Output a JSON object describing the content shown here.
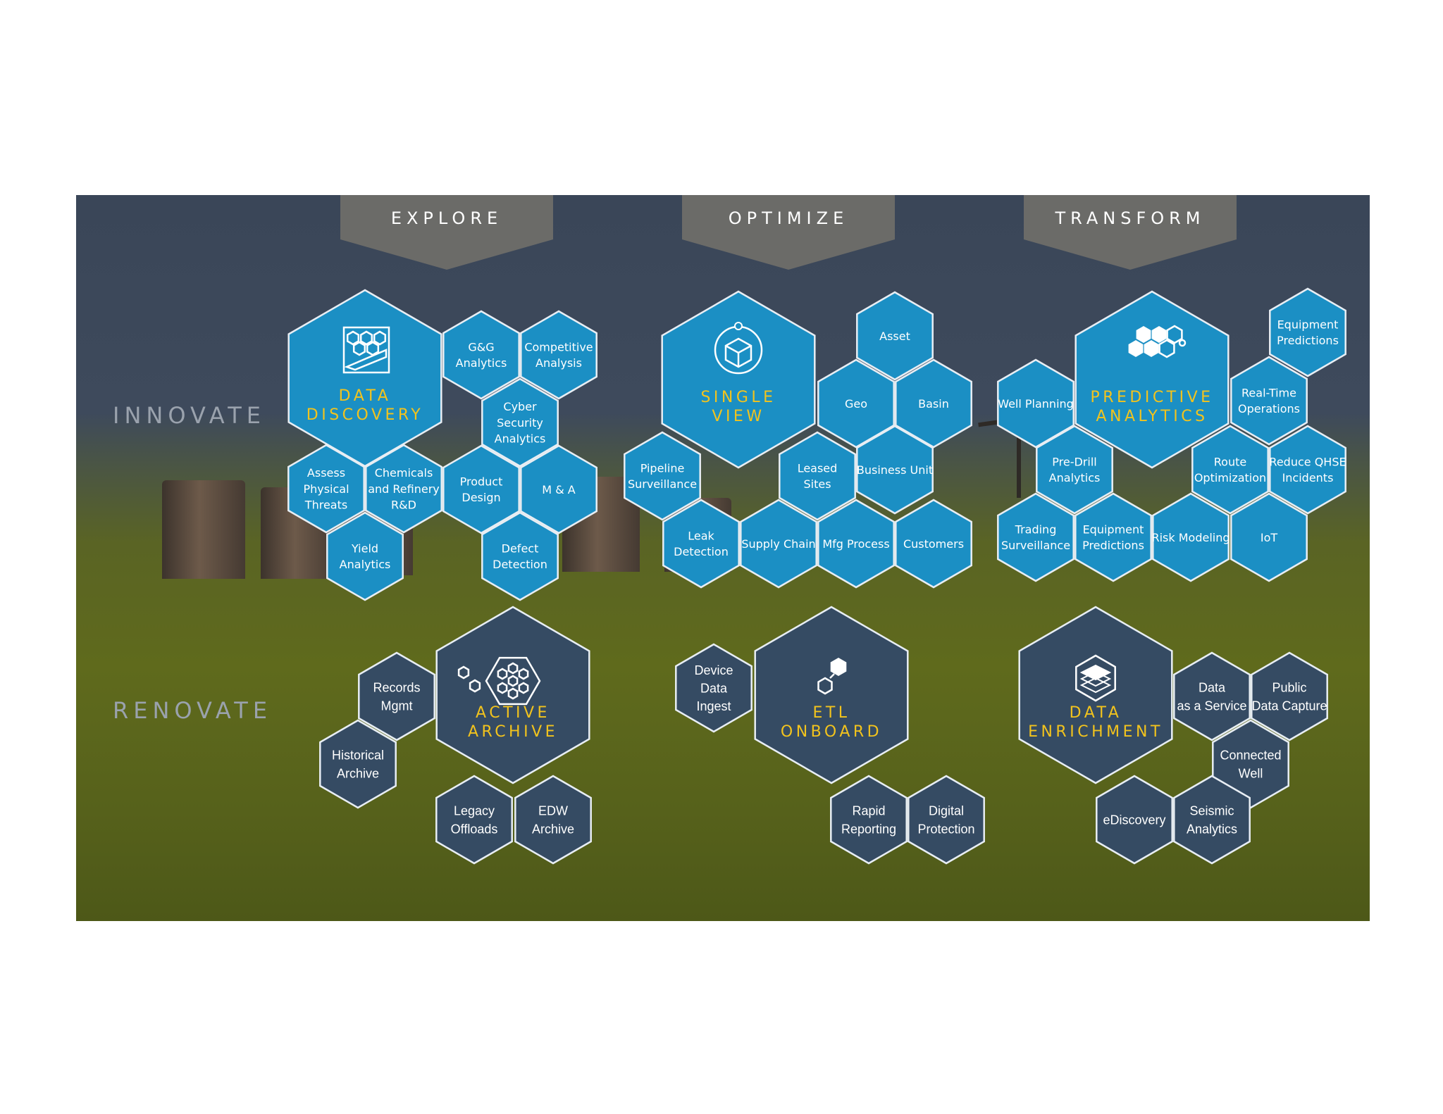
{
  "columns": [
    "EXPLORE",
    "OPTIMIZE",
    "TRANSFORM"
  ],
  "rows": [
    "INNOVATE",
    "RENOVATE"
  ],
  "innovate": {
    "explore": {
      "title": [
        "DATA",
        "DISCOVERY"
      ],
      "icon": "data-discovery-icon",
      "items": [
        [
          "G&G",
          "Analytics"
        ],
        [
          "Competitive",
          "Analysis"
        ],
        [
          "Cyber",
          "Security",
          "Analytics"
        ],
        [
          "Assess",
          "Physical",
          "Threats"
        ],
        [
          "Chemicals",
          "and Refinery",
          "R&D"
        ],
        [
          "Product",
          "Design"
        ],
        [
          "M & A"
        ],
        [
          "Yield",
          "Analytics"
        ],
        [
          "Defect",
          "Detection"
        ]
      ]
    },
    "optimize": {
      "title": [
        "SINGLE",
        "VIEW"
      ],
      "icon": "single-view-cube-icon",
      "items": [
        [
          "Asset"
        ],
        [
          "Geo"
        ],
        [
          "Basin"
        ],
        [
          "Pipeline",
          "Surveillance"
        ],
        [
          "Leased",
          "Sites"
        ],
        [
          "Business Unit"
        ],
        [
          "Leak",
          "Detection"
        ],
        [
          "Supply Chain"
        ],
        [
          "Mfg Process"
        ],
        [
          "Customers"
        ]
      ]
    },
    "transform": {
      "title": [
        "PREDICTIVE",
        "ANALYTICS"
      ],
      "icon": "predictive-analytics-hexagons-icon",
      "items": [
        [
          "Equipment",
          "Predictions"
        ],
        [
          "Well Planning"
        ],
        [
          "Real-Time",
          "Operations"
        ],
        [
          "Pre-Drill",
          "Analytics"
        ],
        [
          "Route",
          "Optimization"
        ],
        [
          "Reduce QHSE",
          "Incidents"
        ],
        [
          "Trading",
          "Surveillance"
        ],
        [
          "Equipment",
          "Predictions"
        ],
        [
          "Risk Modeling"
        ],
        [
          "IoT"
        ]
      ]
    }
  },
  "renovate": {
    "explore": {
      "title": [
        "ACTIVE",
        "ARCHIVE"
      ],
      "icon": "active-archive-hexagons-icon",
      "items": [
        [
          "Records",
          "Mgmt"
        ],
        [
          "Historical",
          "Archive"
        ],
        [
          "Legacy",
          "Offloads"
        ],
        [
          "EDW",
          "Archive"
        ]
      ]
    },
    "optimize": {
      "title": [
        "ETL",
        "ONBOARD"
      ],
      "icon": "etl-onboard-hexagons-icon",
      "items": [
        [
          "Device",
          "Data",
          "Ingest"
        ],
        [
          "Rapid",
          "Reporting"
        ],
        [
          "Digital",
          "Protection"
        ]
      ]
    },
    "transform": {
      "title": [
        "DATA",
        "ENRICHMENT"
      ],
      "icon": "data-enrichment-layers-icon",
      "items": [
        [
          "Data",
          "as a Service"
        ],
        [
          "Public",
          "Data Capture"
        ],
        [
          "Connected",
          "Well"
        ],
        [
          "eDiscovery"
        ],
        [
          "Seismic",
          "Analytics"
        ]
      ]
    }
  },
  "colors": {
    "hex_blue": "#1b8fc4",
    "hex_navy": "#354b63",
    "title_yellow": "#f2c31d",
    "tab_gray": "#6b6b68"
  }
}
